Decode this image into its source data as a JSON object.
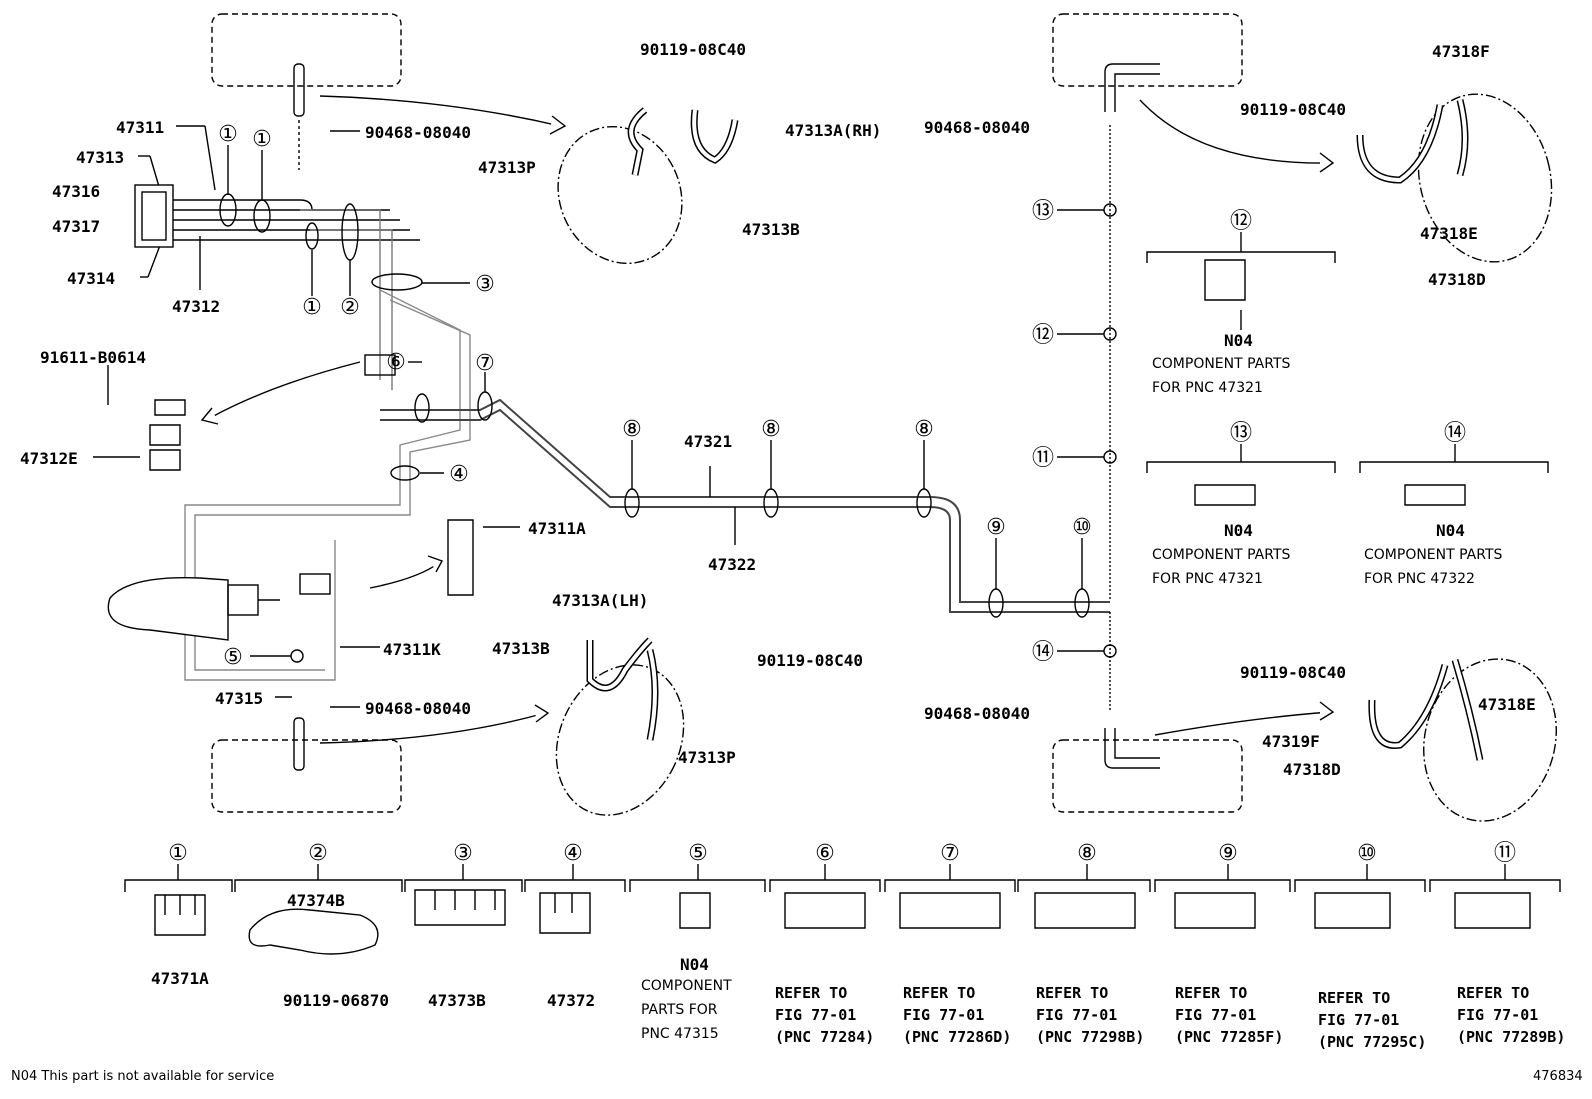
{
  "labels": {
    "l_90119_top": "90119-08C40",
    "l_47313A_RH": "47313A(RH)",
    "l_47313P_top": "47313P",
    "l_47313B_top": "47313B",
    "l_47311": "47311",
    "l_47313": "47313",
    "l_47316": "47316",
    "l_47317": "47317",
    "l_47314": "47314",
    "l_47312": "47312",
    "l_90468_top": "90468-08040",
    "l_91611": "91611-B0614",
    "l_47312E": "47312E",
    "l_47321": "47321",
    "l_47322": "47322",
    "l_47311A": "47311A",
    "l_47311K": "47311K",
    "l_47315": "47315",
    "l_90468_bot": "90468-08040",
    "l_47313A_LH": "47313A(LH)",
    "l_47313B_bot": "47313B",
    "l_90119_bot": "90119-08C40",
    "l_47313P_bot": "47313P",
    "r_90468_top": "90468-08040",
    "r_47318F": "47318F",
    "r_90119_top": "90119-08C40",
    "r_47318E_top": "47318E",
    "r_47318D_top": "47318D",
    "r_N04_12": "N04",
    "r_N04_13": "N04",
    "r_N04_14": "N04",
    "r_90119_bot": "90119-08C40",
    "r_47318E_bot": "47318E",
    "r_47319F": "47319F",
    "r_47318D_bot": "47318D",
    "r_90468_bot": "90468-08040",
    "legend_47374B": "47374B",
    "legend_47371A": "47371A",
    "legend_90119_06870": "90119-06870",
    "legend_47373B": "47373B",
    "legend_47372": "47372",
    "legend_N04_5": "N04"
  },
  "notes": {
    "cp_47321_a": "COMPONENT PARTS",
    "cp_47321_a2": "FOR PNC 47321",
    "cp_47321_b": "COMPONENT PARTS",
    "cp_47321_b2": "FOR PNC 47321",
    "cp_47322": "COMPONENT PARTS",
    "cp_47322_2": "FOR PNC 47322",
    "cp_47315_1": "COMPONENT",
    "cp_47315_2": "PARTS FOR",
    "cp_47315_3": "PNC 47315"
  },
  "refers": [
    {
      "l1": "REFER TO",
      "l2": "FIG 77-01",
      "l3": "(PNC 77284)"
    },
    {
      "l1": "REFER TO",
      "l2": "FIG 77-01",
      "l3": "(PNC 77286D)"
    },
    {
      "l1": "REFER TO",
      "l2": "FIG 77-01",
      "l3": "(PNC 77298B)"
    },
    {
      "l1": "REFER TO",
      "l2": "FIG 77-01",
      "l3": "(PNC 77285F)"
    },
    {
      "l1": "REFER TO",
      "l2": "FIG 77-01",
      "l3": "(PNC 77295C)"
    },
    {
      "l1": "REFER TO",
      "l2": "FIG 77-01",
      "l3": "(PNC 77289B)"
    }
  ],
  "circled": {
    "c1": "①",
    "c2": "②",
    "c3": "③",
    "c4": "④",
    "c5": "⑤",
    "c6": "⑥",
    "c7": "⑦",
    "c8": "⑧",
    "c9": "⑨",
    "c10": "⑩",
    "c11": "⑪",
    "c12": "⑫",
    "c13": "⑬",
    "c14": "⑭"
  },
  "footer": {
    "note": "N04 This part is not available for service",
    "fig_id": "476834"
  }
}
